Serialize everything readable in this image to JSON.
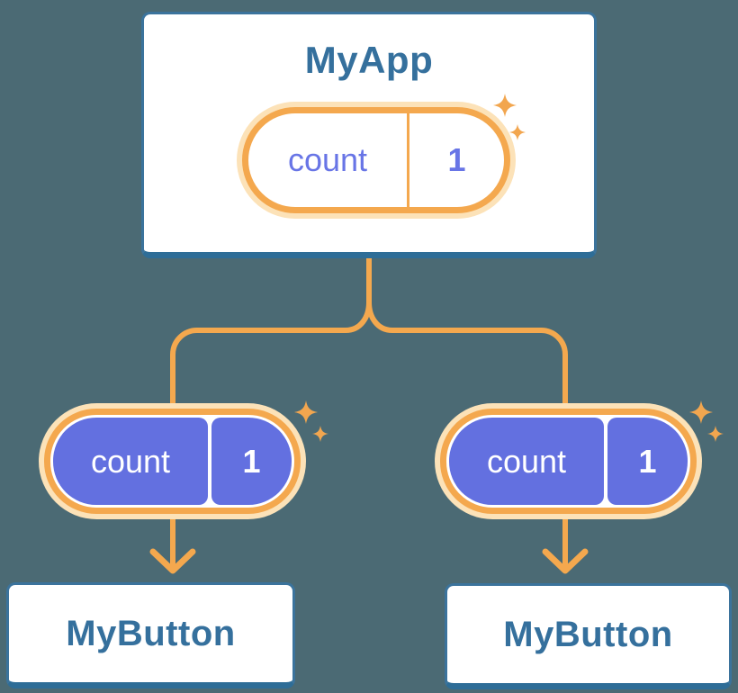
{
  "diagram": {
    "root": {
      "title": "MyApp",
      "state": {
        "name": "count",
        "value": "1",
        "highlighted": true
      }
    },
    "children": [
      {
        "title": "MyButton",
        "prop": {
          "name": "count",
          "value": "1"
        }
      },
      {
        "title": "MyButton",
        "prop": {
          "name": "count",
          "value": "1"
        }
      }
    ]
  },
  "icons": {
    "sparkle": "sparkle-4-point-star",
    "arrow": "arrow-down"
  },
  "colors": {
    "bg": "#4B6A74",
    "card_bg": "#FFFFFF",
    "card_border": "#3B739C",
    "card_border_bottom": "#2E6D97",
    "heading": "#35709D",
    "orange": "#F4A84E",
    "orange_light": "#FCE2B8",
    "purple": "#6370E0",
    "purple_text": "#6875E6",
    "white": "#FFFFFF"
  }
}
